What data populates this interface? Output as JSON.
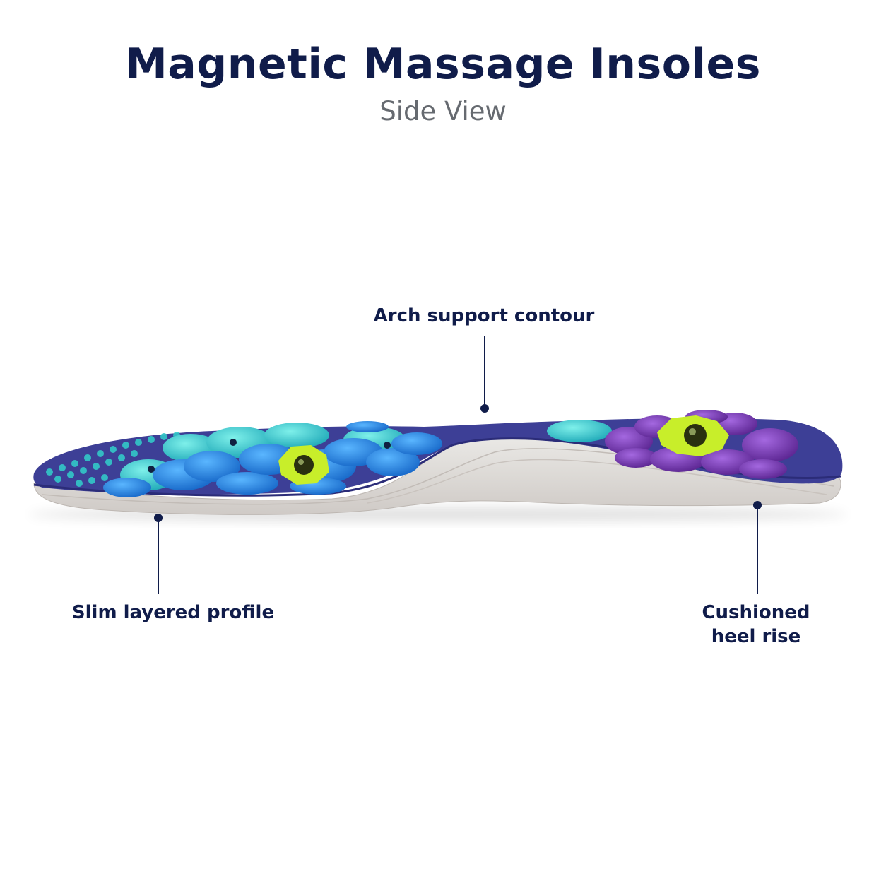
{
  "title": "Magnetic Massage Insoles",
  "subtitle": "Side View",
  "callouts": {
    "arch": "Arch support contour",
    "slim": "Slim layered profile",
    "heel_line1": "Cushioned",
    "heel_line2": "heel rise"
  },
  "colors": {
    "text_dark": "#101c4a",
    "text_gray": "#666a70",
    "insole_base": "#3d3f96",
    "foam": "#e3dfdc",
    "blue_nodes": "#1e7fe0",
    "teal_nodes": "#33c8c8",
    "purple_nodes": "#7a38b8",
    "magnet_yellow": "#c8ee2a"
  }
}
